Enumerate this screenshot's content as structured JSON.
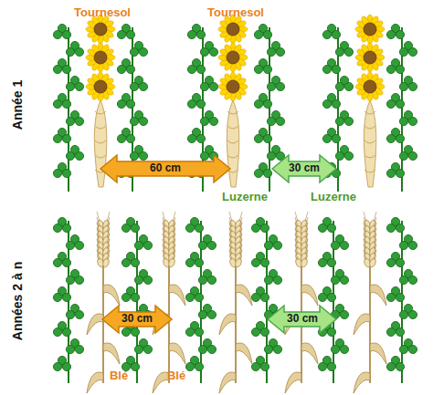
{
  "diagram": {
    "labels": [
      "Année 1",
      "Tournesol",
      "Tournesol",
      "60 cm",
      "30 cm",
      "Luzerne",
      "Luzerne",
      "Années 2 à n",
      "30 cm",
      "30 cm",
      "Blé",
      "Blé"
    ]
  }
}
